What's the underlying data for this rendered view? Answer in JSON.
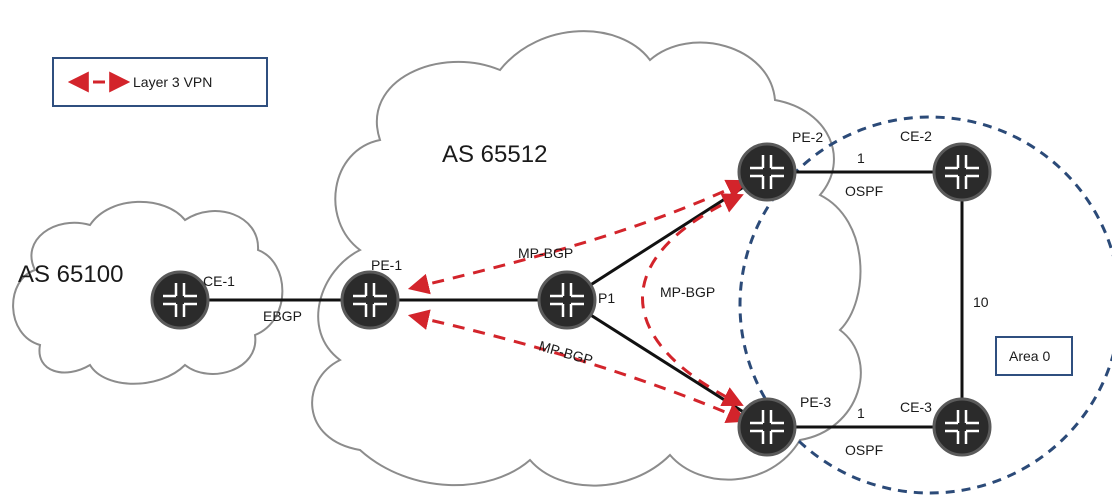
{
  "legend": {
    "vpn_label": "Layer 3 VPN"
  },
  "clouds": {
    "provider_as": "AS 65512",
    "customer_as": "AS 65100"
  },
  "routers": {
    "ce1": "CE-1",
    "pe1": "PE-1",
    "p1": "P1",
    "pe2": "PE-2",
    "pe3": "PE-3",
    "ce2": "CE-2",
    "ce3": "CE-3"
  },
  "links": {
    "ebgp": "EBGP",
    "mpbgp_top": "MP-BGP",
    "mpbgp_mid": "MP-BGP",
    "mpbgp_bottom": "MP-BGP",
    "ospf_top": "OSPF",
    "ospf_bottom": "OSPF",
    "cost_top": "1",
    "cost_right": "10",
    "cost_bottom": "1"
  },
  "area": {
    "label": "Area 0"
  },
  "colors": {
    "vpn": "#d3242b",
    "area": "#2b4a78",
    "router": "#2b2b2b"
  }
}
